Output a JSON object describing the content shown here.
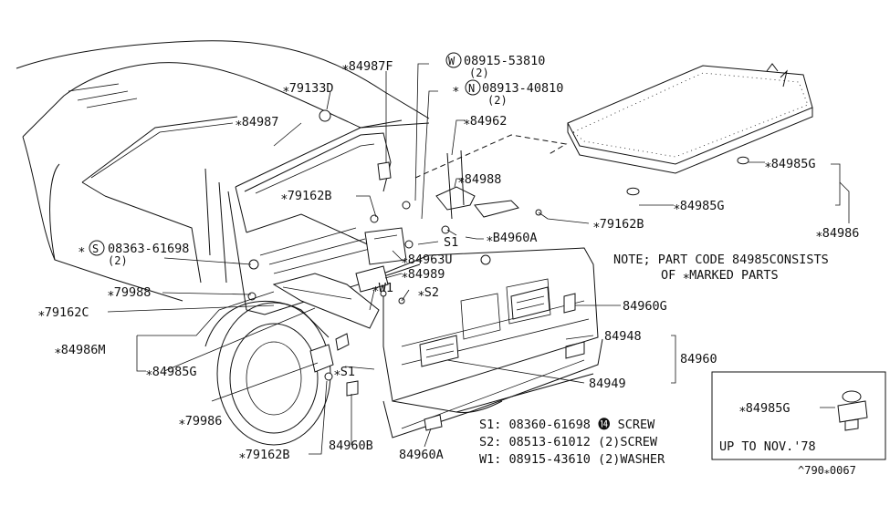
{
  "labels": {
    "p84987F": "⁎84987F",
    "p79133D": "⁎79133D",
    "p84987": "⁎84987",
    "w08915": "08915-53810",
    "w08915_qty": "(2)",
    "n08913_prefix": "⁎",
    "n08913": "08913-40810",
    "n08913_qty": "(2)",
    "p84962": "⁎84962",
    "p84988": "⁎84988",
    "p79162B_top": "⁎79162B",
    "p79162B_mid": "⁎79162B",
    "s08363": "08363-61698",
    "s08363_prefix": "⁎",
    "s08363_qty": "(2)",
    "p79988": "⁎79988",
    "p79162C": "⁎79162C",
    "p84986M": "⁎84986M",
    "p84985G_left": "⁎84985G",
    "p79986": "⁎79986",
    "p79162B_bottom": "⁎79162B",
    "p84960B": "84960B",
    "p84960A": "84960A",
    "S1_a": "S1",
    "S1_b": "⁎S1",
    "S2": "⁎S2",
    "W1": "⁎W1",
    "pB4960A": "⁎B4960A",
    "p84963U": "⁎84963U",
    "p84989": "⁎84989",
    "p84985G_top": "⁎84985G",
    "p84985G_mid": "⁎84985G",
    "p84986": "⁎84986",
    "note_line1": "NOTE; PART CODE 84985CONSISTS",
    "note_line2": "OF ⁎MARKED PARTS",
    "p84960G": "84960G",
    "p84948": "84948",
    "p84960": "84960",
    "p84949": "84949",
    "legend_s1": "S1: 08360-61698 ⓮ SCREW",
    "legend_s2": "S2: 08513-61012 (2)SCREW",
    "legend_w1": "W1: 08915-43610 (2)WASHER",
    "inset_label": "⁎84985G",
    "inset_caption": "UP TO NOV.'78",
    "footer_code": "^790⁎0067"
  },
  "circle_symbols": {
    "w": "W",
    "n": "N",
    "s": "S"
  }
}
